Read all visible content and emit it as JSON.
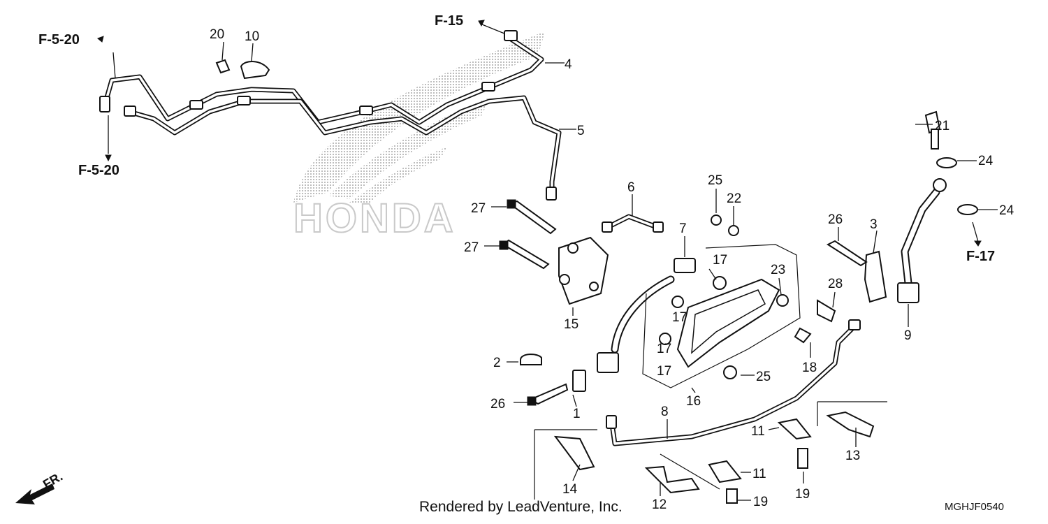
{
  "callouts": {
    "p1": "1",
    "p2": "2",
    "p3": "3",
    "p4": "4",
    "p5": "5",
    "p6": "6",
    "p7": "7",
    "p8": "8",
    "p9": "9",
    "p10": "10",
    "p11a": "11",
    "p11b": "11",
    "p12": "12",
    "p13": "13",
    "p14": "14",
    "p15": "15",
    "p16": "16",
    "p17a": "17",
    "p17b": "17",
    "p17c": "17",
    "p17d": "17",
    "p18": "18",
    "p19a": "19",
    "p19b": "19",
    "p20": "20",
    "p21": "21",
    "p22": "22",
    "p23": "23",
    "p24a": "24",
    "p24b": "24",
    "p25a": "25",
    "p25b": "25",
    "p26a": "26",
    "p26b": "26",
    "p27a": "27",
    "p27b": "27",
    "p28": "28"
  },
  "references": {
    "f520_top": "F-5-20",
    "f520_bottom": "F-5-20",
    "f15": "F-15",
    "f17": "F-17"
  },
  "watermark": "HONDA",
  "front_marker": "FR.",
  "credit": "Rendered by LeadVenture, Inc.",
  "diagram_code": "MGHJF0540",
  "icons": [
    "front-direction-arrow-icon",
    "reference-arrow-icon"
  ]
}
